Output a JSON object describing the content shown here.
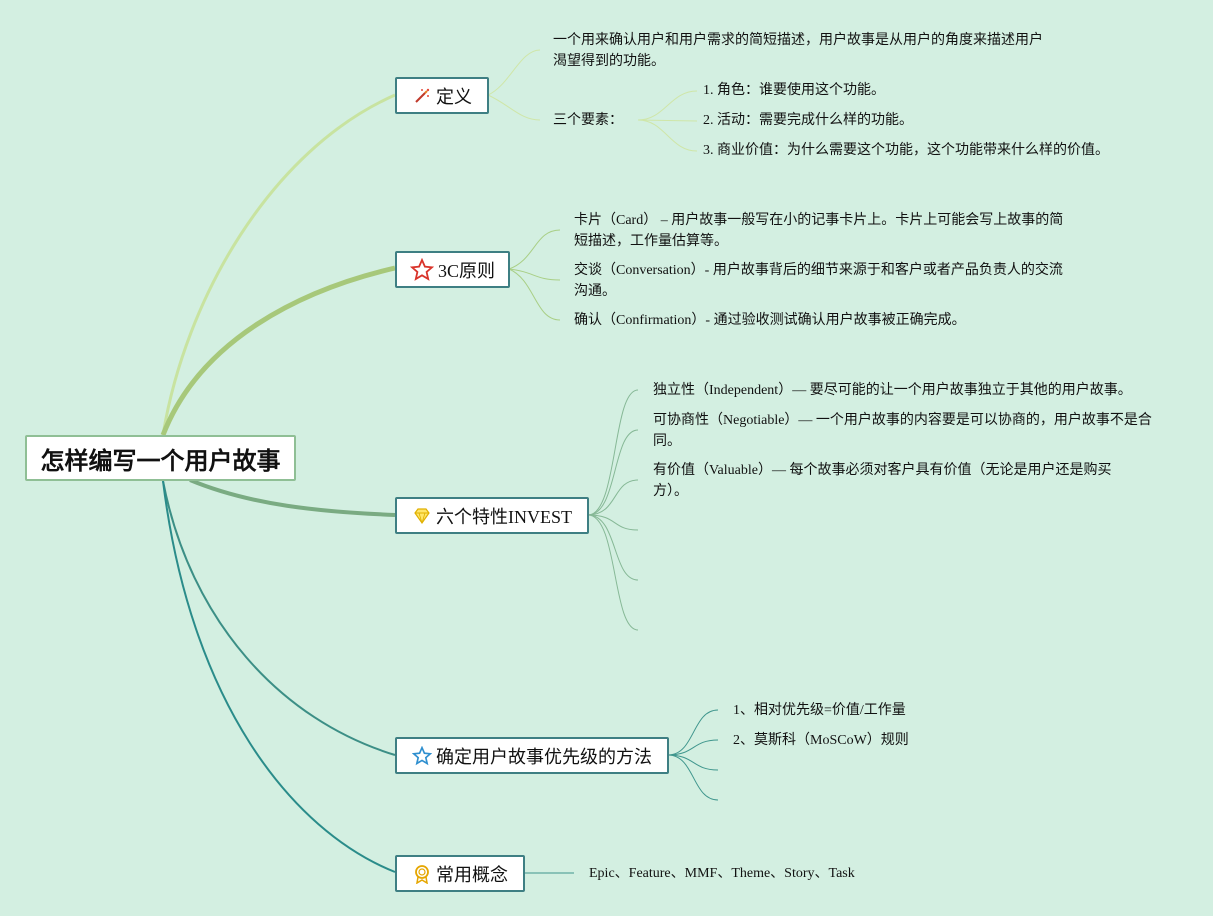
{
  "root": {
    "title": "怎样编写一个用户故事"
  },
  "branches": {
    "definition": {
      "label": "定义",
      "icon": "magic-wand-icon",
      "description": "一个用来确认用户和用户需求的简短描述，用户故事是从用户的角度来描述用户渴望得到的功能。",
      "elements_label": "三个要素：",
      "elements": [
        "1. 角色：谁要使用这个功能。",
        "2. 活动：需要完成什么样的功能。",
        "3. 商业价值：为什么需要这个功能，这个功能带来什么样的价值。"
      ]
    },
    "principle_3c": {
      "label": "3C原则",
      "icon": "star-outline-icon",
      "items": [
        "卡片（Card） – 用户故事一般写在小的记事卡片上。卡片上可能会写上故事的简短描述，工作量估算等。",
        "交谈（Conversation）- 用户故事背后的细节来源于和客户或者产品负责人的交流沟通。",
        "确认（Confirmation）- 通过验收测试确认用户故事被正确完成。"
      ]
    },
    "invest": {
      "label": "六个特性INVEST",
      "icon": "diamond-icon",
      "items": [
        "独立性（Independent）— 要尽可能的让一个用户故事独立于其他的用户故事。",
        "可协商性（Negotiable）— 一个用户故事的内容要是可以协商的，用户故事不是合同。",
        "有价值（Valuable）— 每个故事必须对客户具有价值（无论是用户还是购买方）。"
      ]
    },
    "priority": {
      "label": "确定用户故事优先级的方法",
      "icon": "star-blue-icon",
      "items": [
        "1、相对优先级=价值/工作量",
        "2、莫斯科（MoSCoW）规则"
      ]
    },
    "concepts": {
      "label": "常用概念",
      "icon": "award-ribbon-icon",
      "text": "Epic、Feature、MMF、Theme、Story、Task"
    }
  }
}
